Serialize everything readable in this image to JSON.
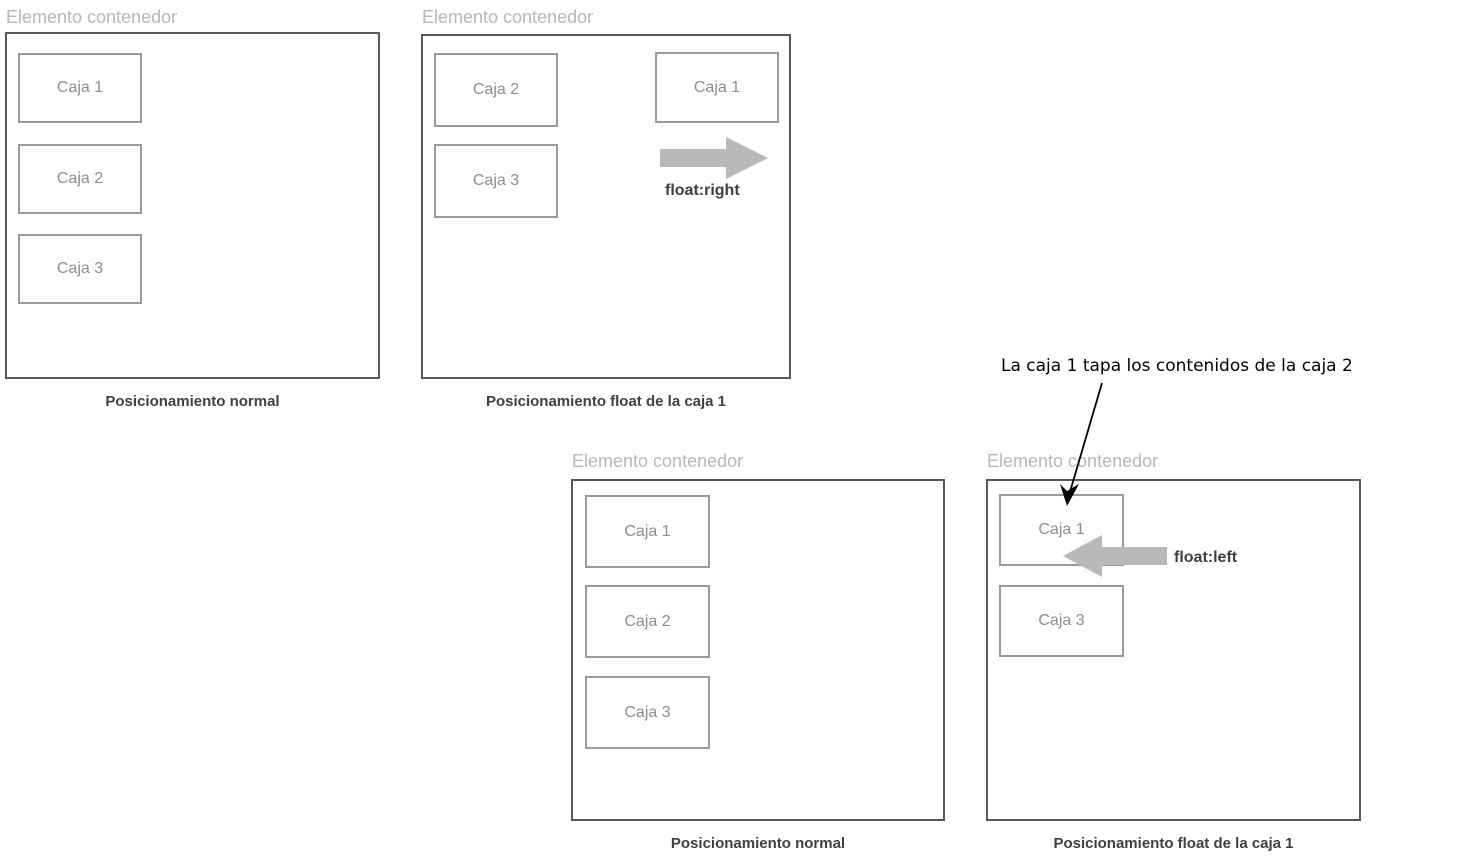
{
  "diagram": {
    "container_label": "Elemento contenedor",
    "box_labels": {
      "caja1": "Caja 1",
      "caja2": "Caja 2",
      "caja3": "Caja 3"
    },
    "colors": {
      "container_border": "#595959",
      "box_border": "#9a9a9a",
      "box_text": "#8d8d8d",
      "container_label_text": "#b7b7b7",
      "caption_text": "#404040",
      "block_arrow_fill": "#b9b9b9",
      "annotation_text": "#000000",
      "background": "#ffffff"
    },
    "panels": [
      {
        "id": "panel-normal-top",
        "container_label": "Elemento contenedor",
        "caption": "Posicionamiento normal",
        "boxes": [
          "Caja 1",
          "Caja 2",
          "Caja 3"
        ],
        "float_label": null
      },
      {
        "id": "panel-float-right",
        "container_label": "Elemento contenedor",
        "caption": "Posicionamiento float de la caja 1",
        "boxes": [
          "Caja 2",
          "Caja 3",
          "Caja 1"
        ],
        "float_label": "float:right",
        "arrow_direction": "right"
      },
      {
        "id": "panel-normal-bottom",
        "container_label": "Elemento contenedor",
        "caption": "Posicionamiento normal",
        "boxes": [
          "Caja 1",
          "Caja 2",
          "Caja 3"
        ],
        "float_label": null
      },
      {
        "id": "panel-float-left",
        "container_label": "Elemento contenedor",
        "caption": "Posicionamiento float de la caja 1",
        "boxes": [
          "Caja 1",
          "Caja 3"
        ],
        "float_label": "float:left",
        "arrow_direction": "left"
      }
    ],
    "annotation": {
      "text": "La caja 1 tapa los contenidos de la caja 2"
    }
  }
}
